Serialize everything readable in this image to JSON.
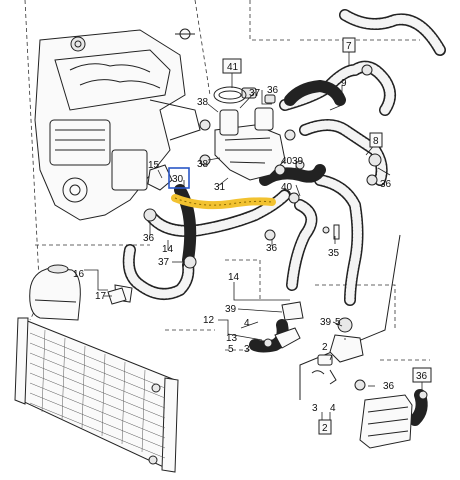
{
  "colors": {
    "highlight_hose": "#f2c230",
    "highlight_box": "#2a56c6",
    "line": "#222222"
  },
  "callouts": {
    "c41": "41",
    "c7": "7",
    "c9": "9",
    "c36a": "36",
    "c37": "37",
    "c38a": "38",
    "c8": "8",
    "c38b": "38",
    "c36b": "36",
    "c40a": "40",
    "c39a": "39",
    "c40b": "40",
    "c30": "30",
    "c31": "31",
    "c15": "15",
    "c36c": "36",
    "c14a": "14",
    "c36d": "36",
    "c35": "35",
    "c37b": "37",
    "c16": "16",
    "c17": "17",
    "c14b": "14",
    "c39b": "39",
    "c4a": "4",
    "c12": "12",
    "c13": "13",
    "c5a": "5",
    "c3a": "3",
    "c39c": "39",
    "c5b": "5",
    "c2a": "2",
    "c36e": "36",
    "c36f": "36",
    "c3b": "3",
    "c4b": "4",
    "c2b": "2"
  }
}
